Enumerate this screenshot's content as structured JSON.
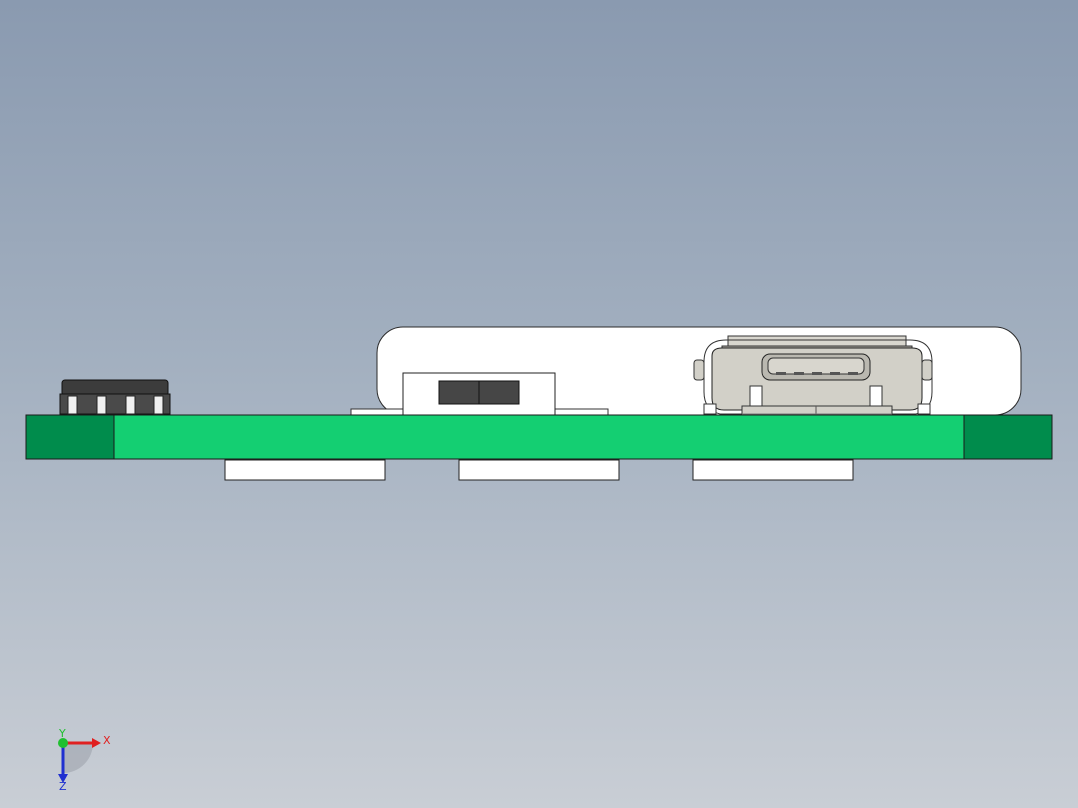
{
  "viewport": {
    "background_top": "#8a9ab0",
    "background_bottom": "#c9ced5"
  },
  "model": {
    "pcb_color": "#14cf72",
    "pcb_edge_color": "#008c4c",
    "component_body_color": "#ffffff",
    "chip_color": "#3c3c3c",
    "connector_color": "#d2d0c8",
    "connector_cavity_color": "#bab8b0",
    "connector_icon": "micro-usb-connector-icon",
    "chip_icon": "soic-chip-icon"
  },
  "triad": {
    "x_label": "X",
    "z_label": "Z",
    "y_label": "Y",
    "x_color": "#e02020",
    "z_color": "#2030d0",
    "y_color": "#20c030"
  }
}
